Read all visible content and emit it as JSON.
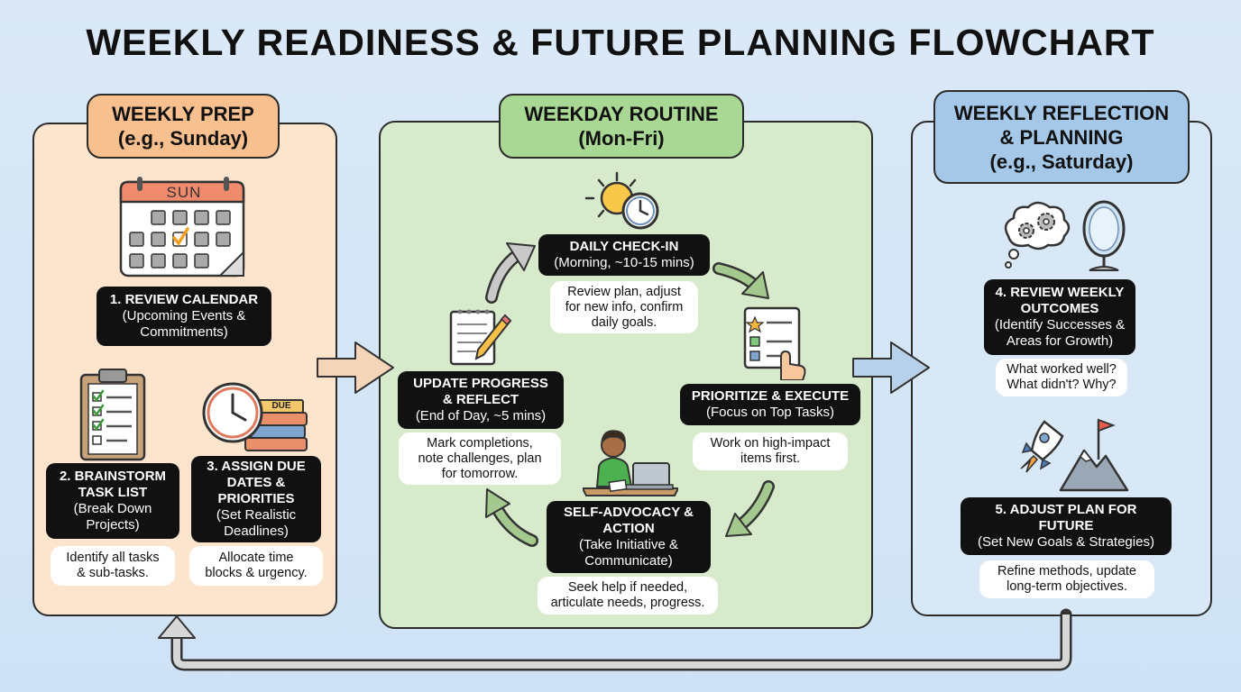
{
  "title": "WEEKLY READINESS & FUTURE PLANNING FLOWCHART",
  "panels": {
    "prep": {
      "header": [
        "WEEKLY PREP",
        "(e.g., Sunday)"
      ],
      "calendar_label": "SUN",
      "steps": [
        {
          "title": "1. REVIEW CALENDAR",
          "detail": [
            "(Upcoming Events &",
            "Commitments)"
          ]
        },
        {
          "title": [
            "2. BRAINSTORM",
            "TASK LIST"
          ],
          "detail": [
            "(Break Down",
            "Projects)"
          ],
          "note": [
            "Identify all tasks",
            "& sub-tasks."
          ]
        },
        {
          "title": [
            "3. ASSIGN DUE",
            "DATES &",
            "PRIORITIES"
          ],
          "detail": [
            "(Set Realistic",
            "Deadlines)"
          ],
          "note": [
            "Allocate time",
            "blocks & urgency."
          ],
          "tag": "DUE"
        }
      ]
    },
    "routine": {
      "header": [
        "WEEKDAY ROUTINE",
        "(Mon-Fri)"
      ],
      "steps": [
        {
          "title": "DAILY CHECK-IN",
          "detail": "(Morning, ~10-15 mins)",
          "note": [
            "Review plan, adjust",
            "for new info, confirm",
            "daily goals."
          ]
        },
        {
          "title": "PRIORITIZE & EXECUTE",
          "detail": "(Focus on Top Tasks)",
          "note": [
            "Work on high-impact",
            "items first."
          ]
        },
        {
          "title": [
            "SELF-ADVOCACY &",
            "ACTION"
          ],
          "detail": [
            "(Take Initiative &",
            "Communicate)"
          ],
          "note": [
            "Seek help if needed,",
            "articulate needs, progress."
          ]
        },
        {
          "title": [
            "UPDATE PROGRESS",
            "& REFLECT"
          ],
          "detail": "(End of Day, ~5 mins)",
          "note": [
            "Mark completions,",
            "note challenges, plan",
            "for tomorrow."
          ]
        }
      ]
    },
    "reflection": {
      "header": [
        "WEEKLY REFLECTION",
        "& PLANNING",
        "(e.g., Saturday)"
      ],
      "steps": [
        {
          "title": [
            "4. REVIEW WEEKLY",
            "OUTCOMES"
          ],
          "detail": [
            "(Identify Successes &",
            "Areas for Growth)"
          ],
          "note": [
            "What worked well?",
            "What didn't? Why?"
          ]
        },
        {
          "title": [
            "5. ADJUST PLAN FOR",
            "FUTURE"
          ],
          "detail": "(Set New Goals & Strategies)",
          "note": [
            "Refine methods, update",
            "long-term objectives."
          ]
        }
      ]
    }
  },
  "colors": {
    "prep_bg": "#fce4cd",
    "prep_header": "#f9c08f",
    "routine_bg": "#d7ebcc",
    "routine_header": "#a9d894",
    "reflection_bg": "#d9e8f6",
    "reflection_header": "#a5c8e8"
  }
}
